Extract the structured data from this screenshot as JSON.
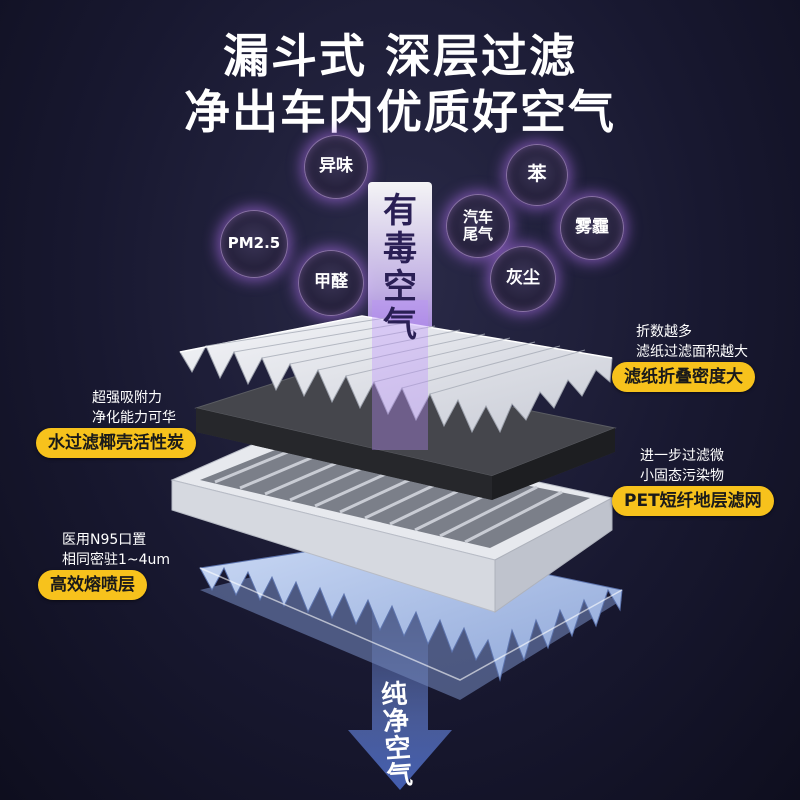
{
  "headline": {
    "line1": "漏斗式 深层过滤",
    "line2": "净出车内优质好空气"
  },
  "pollutants": [
    {
      "label": "异味"
    },
    {
      "label": "苯"
    },
    {
      "label": "PM2.5"
    },
    {
      "label": "汽车\n尾气"
    },
    {
      "label": "雾霾"
    },
    {
      "label": "甲醛"
    },
    {
      "label": "灰尘"
    }
  ],
  "beam_text": "有毒空气",
  "arrow_text": "纯净空气",
  "layers": [
    {
      "desc_line1": "折数越多",
      "desc_line2": "滤纸过滤面积越大",
      "tag": "滤纸折叠密度大"
    },
    {
      "desc_line1": "超强吸附力",
      "desc_line2": "净化能力可华",
      "tag": "水过滤椰壳活性炭"
    },
    {
      "desc_line1": "进一步过滤微",
      "desc_line2": "小固态污染物",
      "tag": "PET短纤地层滤网"
    },
    {
      "desc_line1": "医用N95口置",
      "desc_line2": "相同密驻1~4um",
      "tag": "高效熔喷层"
    }
  ],
  "colors": {
    "tag_bg": "#f7c21c",
    "background": "#181830",
    "glow": "#b27aff"
  }
}
